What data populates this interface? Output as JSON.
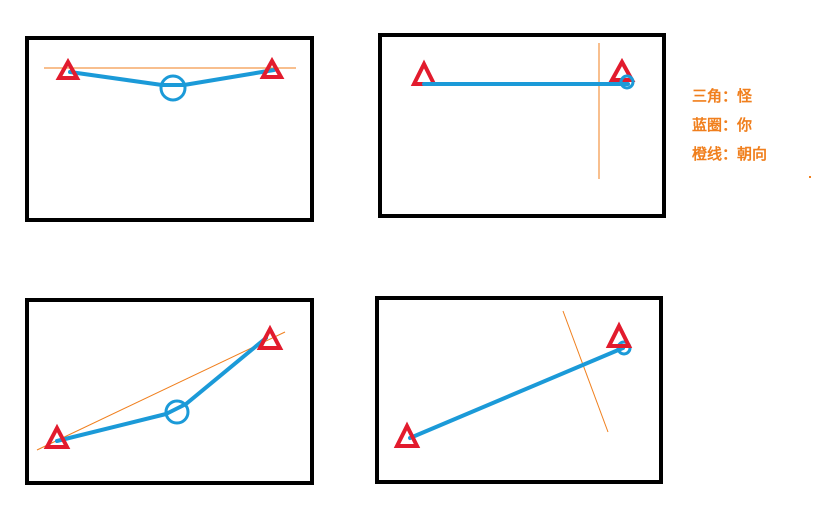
{
  "legend": [
    {
      "label": "三角：怪"
    },
    {
      "label": "蓝圈：你"
    },
    {
      "label": "橙线：朝向"
    }
  ],
  "colors": {
    "frame": "#000000",
    "monster": "#e21b2d",
    "player": "#1b9ad8",
    "facing": "#f07f1d"
  }
}
